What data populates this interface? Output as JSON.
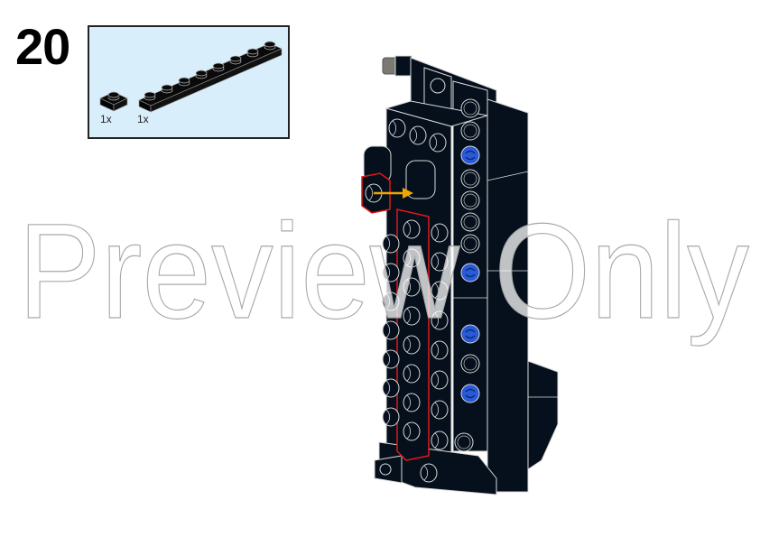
{
  "step": {
    "number": "20"
  },
  "parts_callout": {
    "background": "#d9eefb",
    "parts": [
      {
        "name": "plate 1x1",
        "color": "black",
        "quantity": "1x"
      },
      {
        "name": "plate 1x8",
        "color": "black",
        "quantity": "1x"
      }
    ]
  },
  "model": {
    "brick_color": "#05101c",
    "edge_color": "#d8d8d8",
    "pin_color": "#2a5bd7",
    "highlight_color": "#e01818",
    "arrow_color": "#f0a500",
    "axle_color": "#7a7a72"
  },
  "watermark": {
    "text": "Preview Only"
  }
}
